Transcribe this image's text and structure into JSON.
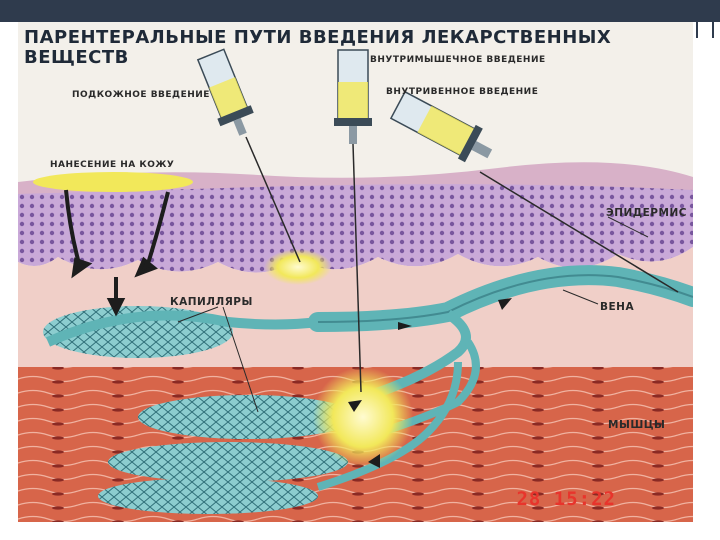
{
  "poster": {
    "title": "ПАРЕНТЕРАЛЬНЫЕ ПУТИ ВВЕДЕНИЯ ЛЕКАРСТВЕННЫХ ВЕЩЕСТВ",
    "labels": {
      "subcutaneous": "ПОДКОЖНОЕ ВВЕДЕНИЕ",
      "intramuscular": "ВНУТРИМЫШЕЧНОЕ ВВЕДЕНИЕ",
      "intravenous": "ВНУТРИВЕННОЕ ВВЕДЕНИЕ",
      "skin_application": "НАНЕСЕНИЕ НА КОЖУ",
      "epidermis": "ЭПИДЕРМИС",
      "capillaries": "КАПИЛЛЯРЫ",
      "vein": "ВЕНА",
      "muscles": "МЫШЦЫ"
    },
    "timestamp": "28 15:22"
  },
  "colors": {
    "epidermis": "#a88bc0",
    "dermis": "#f0c7c2",
    "muscle": "#d7654a",
    "vessel": "#5fb4b6",
    "drug": "#f2e85a",
    "frame": "#2f3b4d"
  }
}
